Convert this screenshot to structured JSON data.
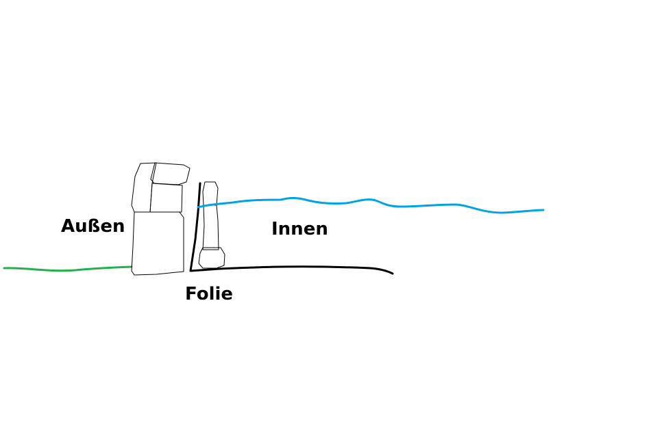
{
  "labels": {
    "outside": "Außen",
    "inside": "Innen",
    "film": "Folie"
  },
  "colors": {
    "ground": "#22b14c",
    "water": "#00a2e8",
    "film": "#000000",
    "stone_outline": "#000000",
    "background": "#ffffff"
  }
}
